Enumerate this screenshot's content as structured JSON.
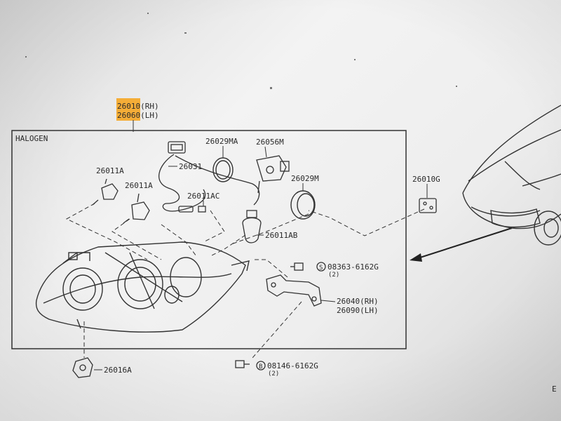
{
  "diagram": {
    "section_label": "HALOGEN",
    "assembly_rh": "26010(RH)",
    "assembly_lh": "26060(LH)",
    "highlight_color": "#f5a623",
    "edge_letter": "E",
    "parts": {
      "harness": "26031",
      "seal_ma": "26029MA",
      "socket": "26056M",
      "seal_m": "26029M",
      "bulb_a_left": "26011A",
      "bulb_a_right": "26011A",
      "bulb_ac": "26011AC",
      "bulb_ab": "26011AB",
      "grommet": "26010G",
      "screw": "08363-6162G",
      "screw_qty": "(2)",
      "bracket_rh": "26040(RH)",
      "bracket_lh": "26090(LH)",
      "bolt": "08146-6162G",
      "bolt_qty": "(2)",
      "adjuster": "26016A"
    }
  }
}
